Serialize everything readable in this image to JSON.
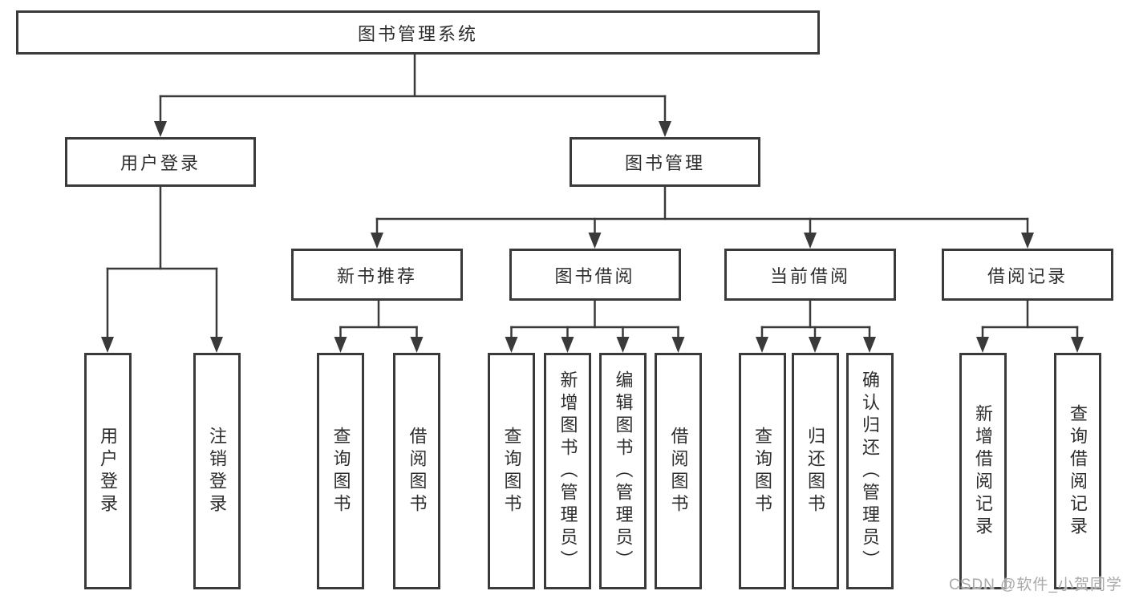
{
  "tree": {
    "label": "图书管理系统",
    "children": [
      {
        "label": "用户登录",
        "children": [
          {
            "label": "用户登录"
          },
          {
            "label": "注销登录"
          }
        ]
      },
      {
        "label": "图书管理",
        "children": [
          {
            "label": "新书推荐",
            "children": [
              {
                "label": "查询图书"
              },
              {
                "label": "借阅图书"
              }
            ]
          },
          {
            "label": "图书借阅",
            "children": [
              {
                "label": "查询图书"
              },
              {
                "label": "新增图书（管理员）"
              },
              {
                "label": "编辑图书（管理员）"
              },
              {
                "label": "借阅图书"
              }
            ]
          },
          {
            "label": "当前借阅",
            "children": [
              {
                "label": "查询图书"
              },
              {
                "label": "归还图书"
              },
              {
                "label": "确认归还（管理员）"
              }
            ]
          },
          {
            "label": "借阅记录",
            "children": [
              {
                "label": "新增借阅记录"
              },
              {
                "label": "查询借阅记录"
              }
            ]
          }
        ]
      }
    ]
  },
  "watermark": {
    "text": "CSDN @软件_小贺同学"
  },
  "colors": {
    "background": "#ffffff",
    "box_border": "#3a3a3a",
    "connector_line": "#3a3a3a",
    "text": "#2e2e2e",
    "watermark_text": "#a9a9a9"
  }
}
